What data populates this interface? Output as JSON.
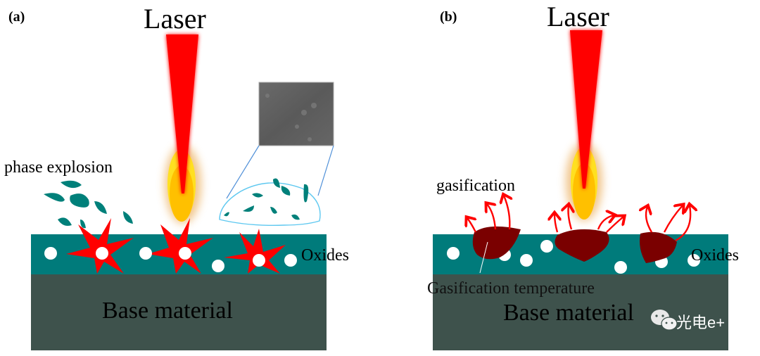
{
  "panels": [
    {
      "id": "a",
      "panel_label": "(a)",
      "laser_label": "Laser",
      "process_label": "phase explosion",
      "oxide_label": "Oxides",
      "base_label": "Base material",
      "inset": "SEM micrograph inset of ejected oxide particles"
    },
    {
      "id": "b",
      "panel_label": "(b)",
      "laser_label": "Laser",
      "process_label": "gasification",
      "oxide_label": "Oxides",
      "base_label": "Base material",
      "callout_label": "Gasification temperature"
    }
  ],
  "watermark": {
    "icon": "wechat-icon",
    "text": "光电e+"
  },
  "colors": {
    "oxide_layer": "#007b7b",
    "base_material": "#3e524c",
    "laser": "#ff0000",
    "plume": "#ffc000",
    "explosion": "#ff0000",
    "gasified_region": "#7a0000",
    "particles": "#00807a",
    "inset_outline": "#5ec8f0"
  }
}
